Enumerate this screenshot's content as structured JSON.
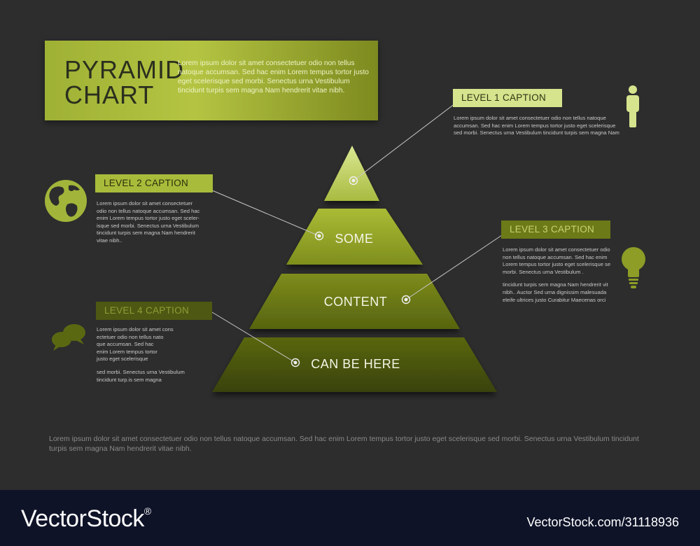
{
  "title": {
    "line1": "PYRAMID",
    "line2": "CHART",
    "description": "Lorem ipsum dolor sit amet consectetuer odio non tellus natoque accumsan. Sed hac enim Lorem tempus tortor justo eget scelerisque sed morbi. Senectus urna Vestibulum tincidunt turpis sem magna Nam hendrerit vitae nibh."
  },
  "pyramid": {
    "labels": [
      "SOME",
      "CONTENT",
      "CAN BE HERE"
    ]
  },
  "level1": {
    "caption": "LEVEL 1 CAPTION",
    "text": [
      "Lorem ipsum dolor sit amet consectetuer odio non tellus natoque",
      "accumsan. Sed hac enim Lorem tempus tortor justo eget scelerisque",
      "sed morbi. Senectus urna Vestibulum tincidunt turpis sem magna Nam"
    ],
    "icon": "person-icon"
  },
  "level2": {
    "caption": "LEVEL 2 CAPTION",
    "text": [
      "Lorem ipsum dolor sit amet consectetuer",
      "odio non tellus natoque accumsan. Sed hac",
      "enim Lorem tempus tortor justo eget sceler-",
      "isque sed morbi. Senectus urna Vestibulum",
      "tincidunt turpis sem magna Nam hendrerit",
      "vitae nibh.."
    ],
    "icon": "globe-icon"
  },
  "level3": {
    "caption": "LEVEL 3 CAPTION",
    "text": [
      "Lorem ipsum dolor sit amet consectetuer odio",
      "non tellus natoque accumsan. Sed hac enim",
      "Lorem tempus tortor justo eget scelerisque se",
      "morbi. Senectus urna Vestibulum ."
    ],
    "text2": [
      "tincidunt turpis sem magna Nam hendrerit vit",
      "nibh.. Auctor Sed urna dignissim malesuada",
      "eleife ultrices justo Curabitur Maecenas orci"
    ],
    "icon": "lightbulb-icon"
  },
  "level4": {
    "caption": "LEVEL 4 CAPTION",
    "text": [
      "Lorem ipsum dolor sit amet cons",
      "ectetuer odio non tellus nato",
      "que accumsan. Sed hac",
      "enim Lorem tempus tortor",
      " justo eget scelerisque"
    ],
    "text2": [
      "sed morbi. Senectus urna Vestibulum",
      "tincidunt turp.is sem magna"
    ],
    "icon": "chat-bubbles-icon"
  },
  "footer_paragraph": "Lorem ipsum dolor sit amet consectetuer odio non tellus natoque accumsan. Sed hac enim Lorem tempus tortor justo eget scelerisque sed morbi. Senectus urna Vestibulum tincidunt turpis sem magna Nam hendrerit vitae nibh.",
  "watermark": {
    "brand": "VectorStock",
    "registered": "®",
    "id": "VectorStock.com/31118936"
  },
  "colors": {
    "background": "#2d2d2d",
    "footer": "#0e1328",
    "caption1": "#d5e48d",
    "caption2": "#a9bb3a",
    "caption3": "#6c7a17",
    "caption4": "#4e5812"
  }
}
